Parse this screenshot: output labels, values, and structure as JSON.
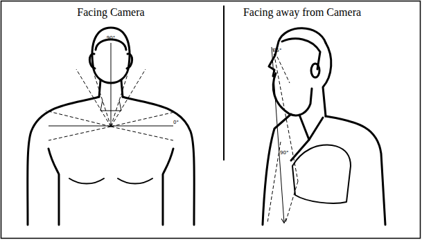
{
  "diagram": {
    "labels": [
      "Facing Camera",
      "Facing away from Camera",
      "90°",
      "0°",
      "75°",
      "90°"
    ]
  }
}
